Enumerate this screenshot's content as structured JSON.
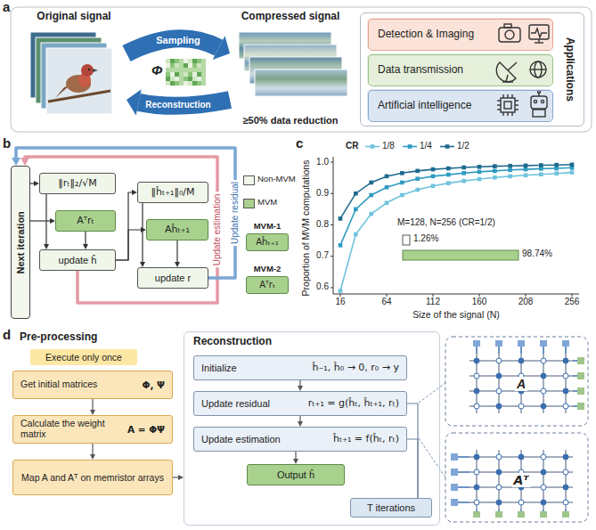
{
  "diagram": {
    "nodes": [
      {
        "text": [
          "Original signal"
        ]
      },
      {
        "text": [
          "Compressed signal",
          "≥50% data reduction"
        ]
      },
      {
        "text": [
          "Applications"
        ]
      },
      {
        "text": [
          "Detection & Imaging"
        ],
        "in": 2
      },
      {
        "text": [
          "Data transmission"
        ],
        "in": 2
      },
      {
        "text": [
          "Artificial intelligence"
        ],
        "in": 2
      },
      {
        "text": [
          "Next iteration"
        ]
      },
      {
        "text": [
          "‖rₜ‖₂/√M"
        ]
      },
      {
        "text": [
          "Aᵀrₜ"
        ]
      },
      {
        "text": [
          "update ĥ"
        ]
      },
      {
        "text": [
          "‖ĥₜ₊₁‖₀/M"
        ]
      },
      {
        "text": [
          "Aĥₜ₊₁"
        ]
      },
      {
        "text": [
          "update r"
        ]
      },
      {
        "text": [
          "MVM-1",
          "Aĥₜ₊₁"
        ]
      },
      {
        "text": [
          "MVM-2",
          "Aᵀrₜ"
        ]
      },
      {
        "text": [
          "Execute only once"
        ]
      },
      {
        "text": [
          "Get initial matrices",
          "Φ, Ψ"
        ]
      },
      {
        "text": [
          "Calculate the weight matrix",
          "A = ΦΨ"
        ]
      },
      {
        "text": [
          "Map A and Aᵀ on memristor arrays"
        ]
      },
      {
        "text": [
          "Reconstruction"
        ]
      },
      {
        "text": [
          "Initialize",
          "ĥ₋₁, ĥ₀ → 0, r₀ → y"
        ],
        "in": 19
      },
      {
        "text": [
          "Update residual",
          "rₜ₊₁ = g(ĥₜ, ĥₜ₊₁, rₜ)"
        ],
        "in": 19
      },
      {
        "text": [
          "Update estimation",
          "ĥₜ₊₁ = f(ĥₜ, rₜ)"
        ],
        "in": 19
      },
      {
        "text": [
          "Output ĥ"
        ],
        "in": 19
      },
      {
        "text": [
          "T iterations"
        ],
        "in": 19
      }
    ],
    "edges": [
      {
        "from": 0,
        "to": 1,
        "arrow": "to",
        "label": "Sampling"
      },
      {
        "from": 1,
        "to": 0,
        "arrow": "to",
        "label": "Reconstruction"
      },
      {
        "from": 6,
        "to": 7,
        "arrow": "to"
      },
      {
        "from": 6,
        "to": 8,
        "arrow": "to"
      },
      {
        "from": 7,
        "to": 9,
        "arrow": "to"
      },
      {
        "from": 8,
        "to": 9,
        "arrow": "to"
      },
      {
        "from": 9,
        "to": 10,
        "arrow": "to"
      },
      {
        "from": 9,
        "to": 11,
        "arrow": "to"
      },
      {
        "from": 10,
        "to": 12,
        "arrow": "to"
      },
      {
        "from": 11,
        "to": 12,
        "arrow": "to"
      },
      {
        "from": 9,
        "to": 6,
        "arrow": "to",
        "label": "Update estimation"
      },
      {
        "from": 12,
        "to": 6,
        "arrow": "to",
        "label": "Update residual"
      },
      {
        "from": 16,
        "to": 17,
        "arrow": "to"
      },
      {
        "from": 17,
        "to": 18,
        "arrow": "to"
      },
      {
        "from": 18,
        "to": 19,
        "arrow": "to"
      },
      {
        "from": 20,
        "to": 21,
        "arrow": "to"
      },
      {
        "from": 21,
        "to": 22,
        "arrow": "to"
      },
      {
        "from": 22,
        "to": 23,
        "arrow": "to"
      },
      {
        "from": 21,
        "to": 24,
        "arrow": "none"
      },
      {
        "from": 22,
        "to": 24,
        "arrow": "none"
      }
    ],
    "labels": [
      "a",
      "Φ",
      "b",
      "c",
      "Proportion of MVM computations",
      "Size of the signal (N)",
      "0.6",
      "0.7",
      "0.8",
      "0.9",
      "1.0",
      "16",
      "64",
      "112",
      "160",
      "208",
      "256",
      "CR",
      "M=128, N=256 (CR=1/2)",
      "1.26%",
      "98.74%",
      "d",
      "Pre-processing",
      "A",
      "Aᵀ"
    ],
    "legend": [
      {
        "text": "Non-MVM",
        "color": "#f0f6ea"
      },
      {
        "text": "MVM",
        "color": "#a9d18e"
      },
      {
        "text": "1/8"
      },
      {
        "text": "1/4"
      },
      {
        "text": "1/2"
      }
    ]
  }
}
